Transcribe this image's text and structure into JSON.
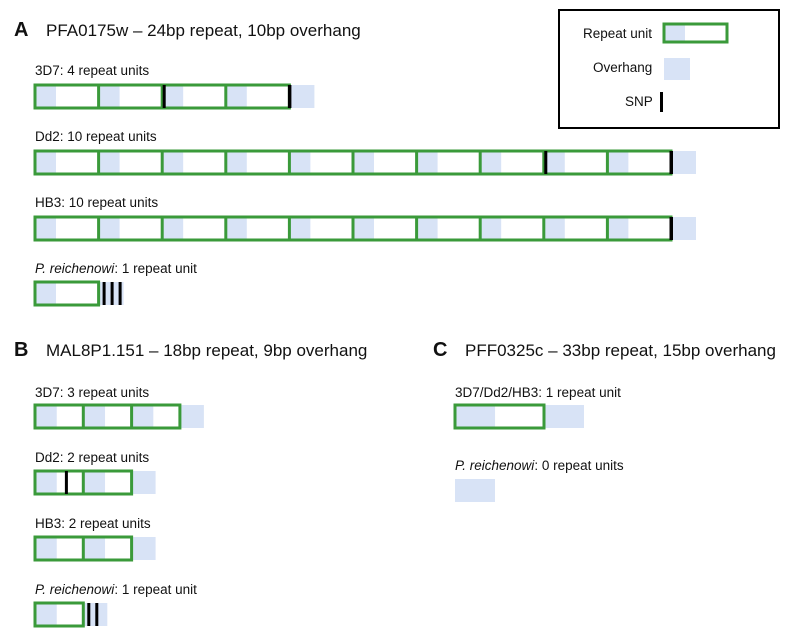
{
  "colors": {
    "repeat_stroke": "#3a9a3a",
    "overhang_fill": "#d8e3f6",
    "snp": "#000000",
    "legend_border": "#000000"
  },
  "legend": {
    "repeat_unit": "Repeat unit",
    "overhang": "Overhang",
    "snp": "SNP"
  },
  "panels": {
    "A": {
      "letter": "A",
      "title": "PFA0175w – 24bp repeat, 10bp overhang",
      "tracks": [
        {
          "label": "3D7: 4 repeat units",
          "units": 4,
          "snps_in_units": [
            [
              2,
              0.0
            ]
          ],
          "end_snp": true,
          "tail_snps": 0
        },
        {
          "label": "Dd2: 10 repeat units",
          "units": 10,
          "snps_in_units": [
            [
              8,
              0.0
            ]
          ],
          "end_snp": true,
          "tail_snps": 0
        },
        {
          "label": "HB3: 10 repeat units",
          "units": 10,
          "snps_in_units": [],
          "end_snp": true,
          "tail_snps": 0
        },
        {
          "label_italic": "P. reichenowi",
          "label": ": 1 repeat unit",
          "units": 1,
          "snps_in_units": [],
          "end_snp": false,
          "tail_snps": 3
        }
      ]
    },
    "B": {
      "letter": "B",
      "title": "MAL8P1.151 – 18bp repeat, 9bp overhang",
      "tracks": [
        {
          "label": "3D7: 3 repeat units",
          "units": 3,
          "snps_in_units": [],
          "end_snp": false,
          "tail_snps": 0
        },
        {
          "label": "Dd2: 2 repeat units",
          "units": 2,
          "snps_in_units": [
            [
              0,
              0.65
            ]
          ],
          "end_snp": false,
          "tail_snps": 0
        },
        {
          "label": "HB3: 2 repeat units",
          "units": 2,
          "snps_in_units": [],
          "end_snp": false,
          "tail_snps": 0
        },
        {
          "label_italic": "P. reichenowi",
          "label": ": 1 repeat unit",
          "units": 1,
          "snps_in_units": [],
          "end_snp": false,
          "tail_snps": 2
        }
      ]
    },
    "C": {
      "letter": "C",
      "title": "PFF0325c – 33bp repeat, 15bp overhang",
      "tracks": [
        {
          "label": "3D7/Dd2/HB3: 1 repeat unit",
          "units": 1,
          "snps_in_units": [],
          "end_snp": false,
          "tail_snps": 0
        },
        {
          "label_italic": "P. reichenowi",
          "label": ": 0 repeat units",
          "units": 0,
          "snps_in_units": [],
          "end_snp": false,
          "tail_snps": 0
        }
      ]
    }
  }
}
